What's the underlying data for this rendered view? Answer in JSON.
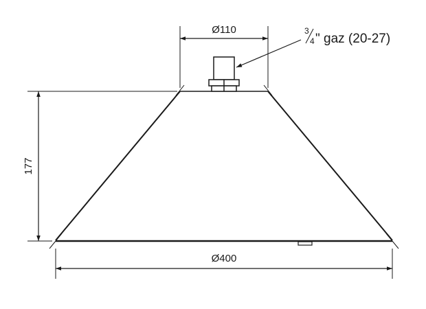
{
  "drawing": {
    "dimensions": {
      "top_diameter": "Ø110",
      "height": "177",
      "bottom_diameter": "Ø400"
    },
    "callout": {
      "fraction_numerator": "3",
      "fraction_denominator": "4",
      "text": "\" gaz (20-27)"
    }
  }
}
